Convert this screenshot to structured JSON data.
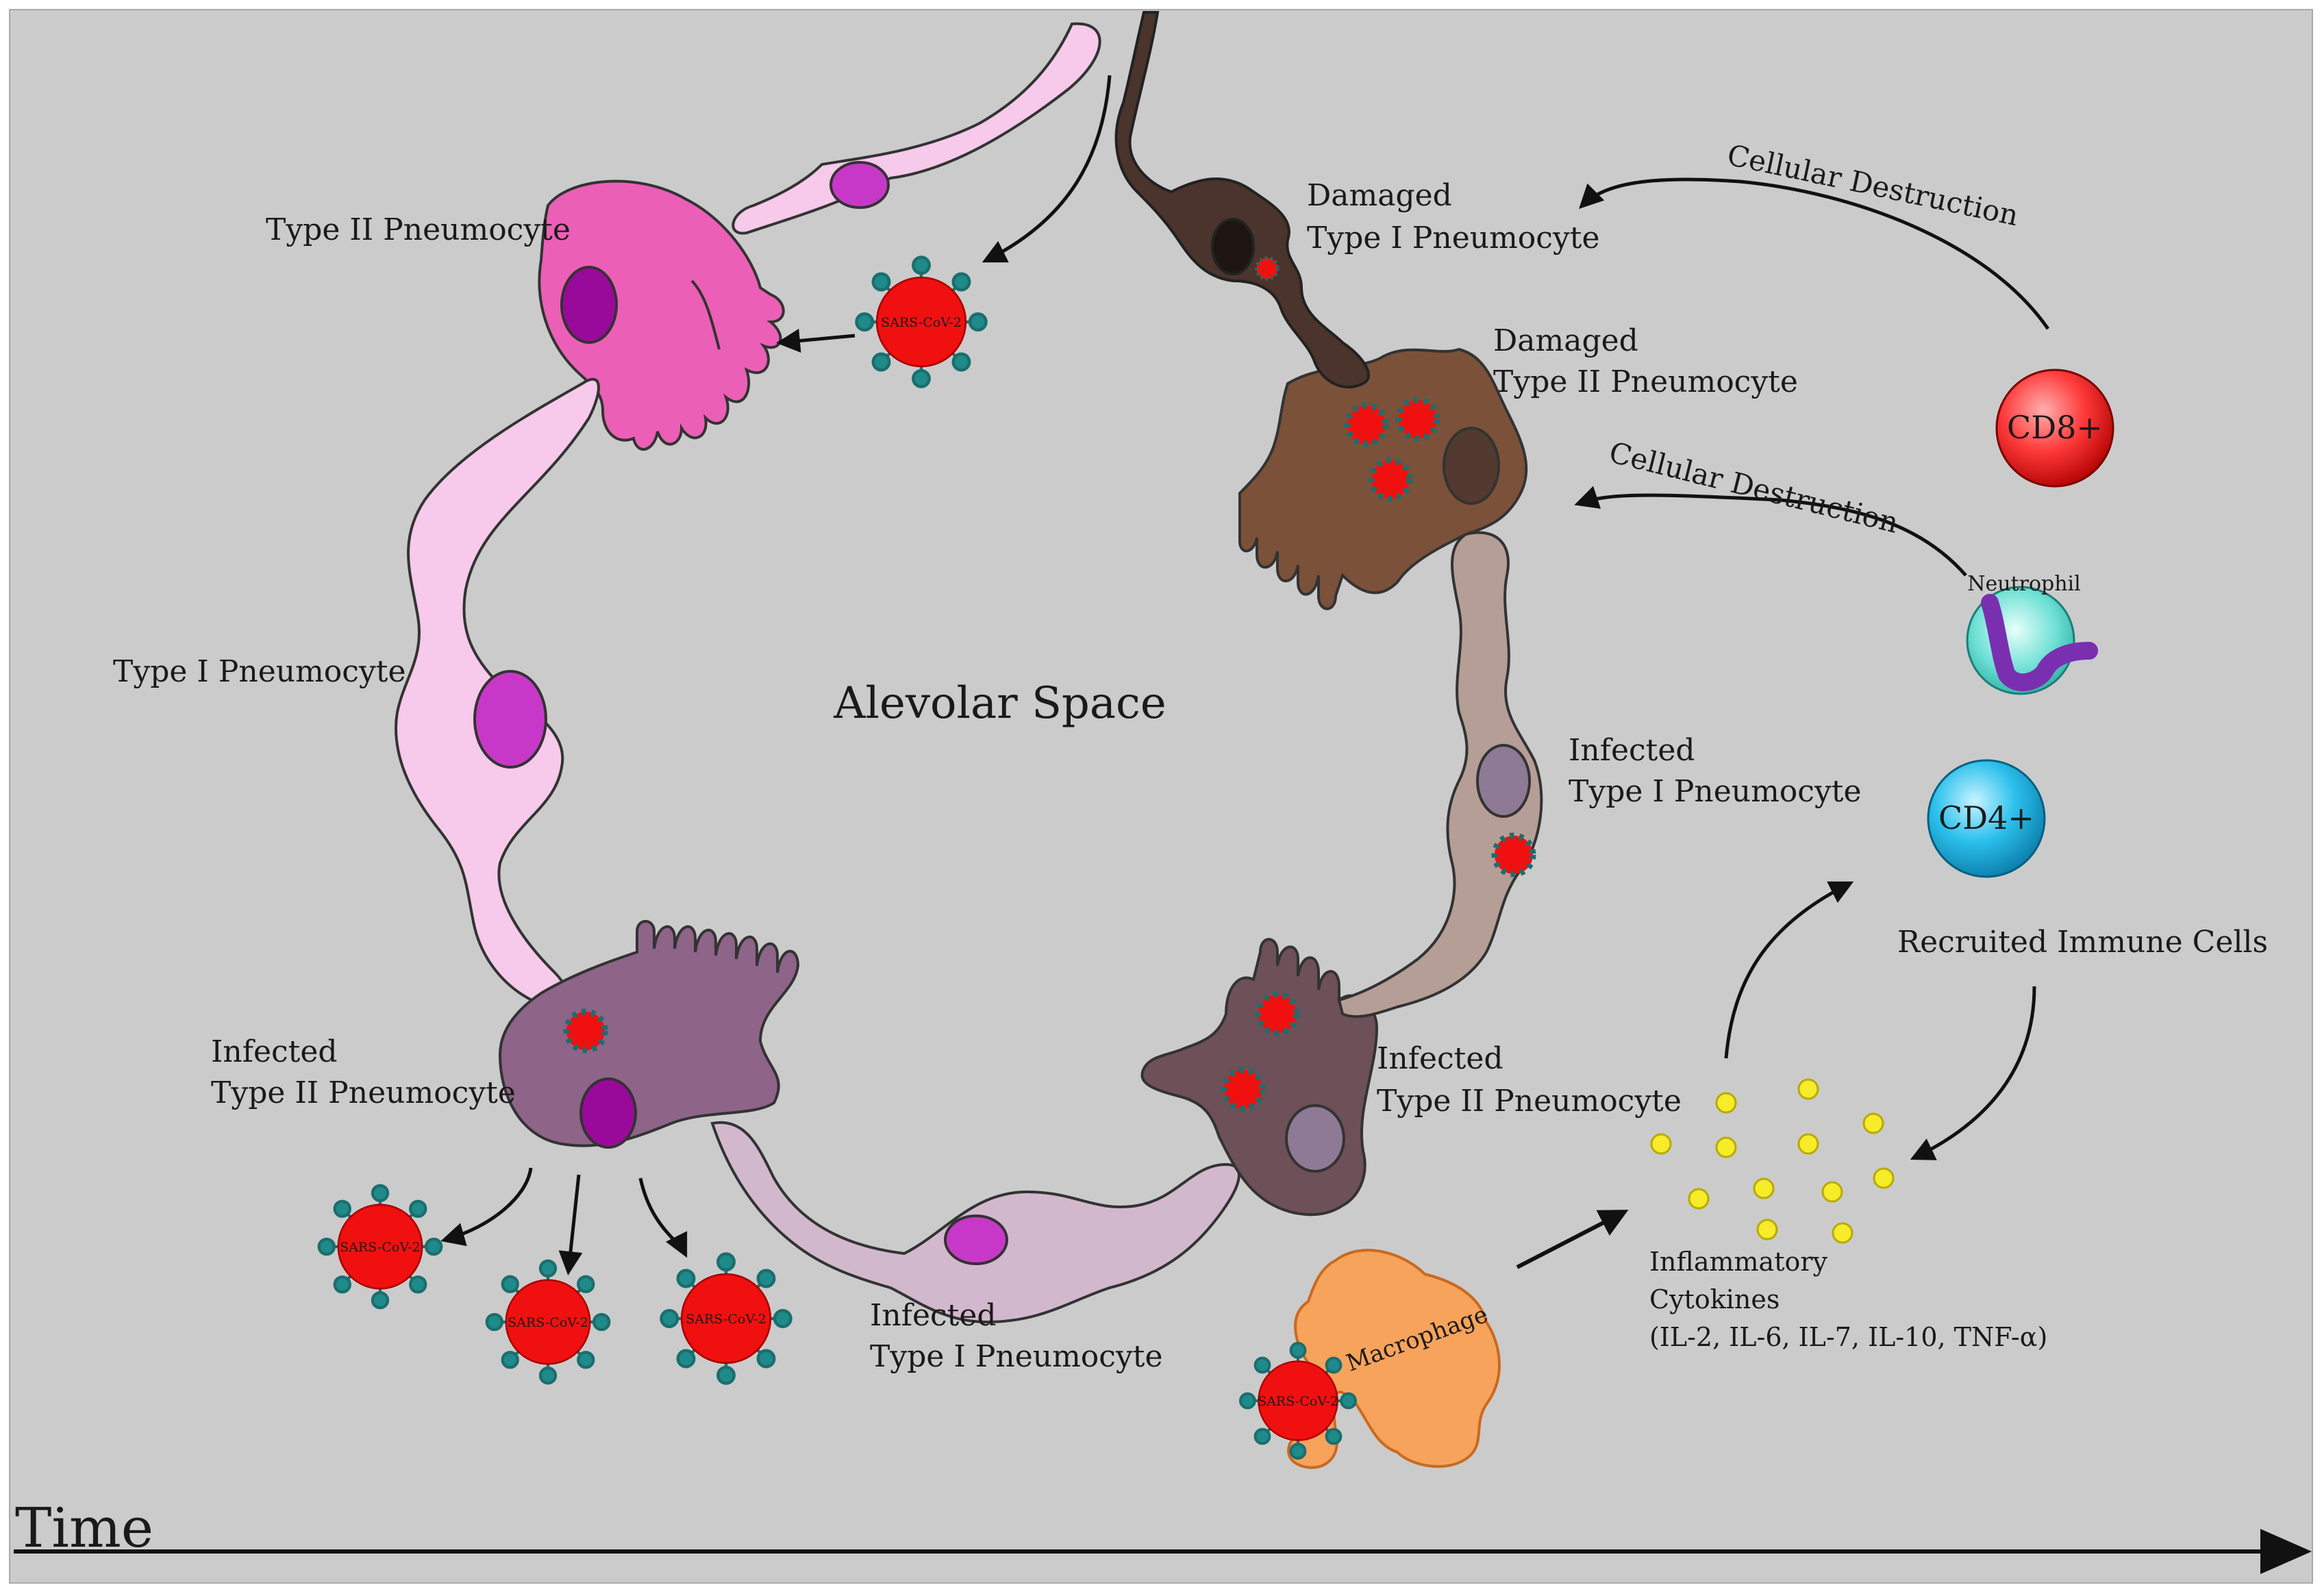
{
  "labels": {
    "alveolar_space": "Alevolar Space",
    "time": "Time",
    "type2_top": "Type II Pneumocyte",
    "type1_left": "Type I Pneumocyte",
    "infected_type2_left_1": "Infected",
    "infected_type2_left_2": "Type II Pneumocyte",
    "infected_type1_bottom_1": "Infected",
    "infected_type1_bottom_2": "Type I Pneumocyte",
    "damaged_type1_1": "Damaged",
    "damaged_type1_2": "Type I Pneumocyte",
    "damaged_type2_1": "Damaged",
    "damaged_type2_2": "Type II Pneumocyte",
    "infected_type1_right_1": "Infected",
    "infected_type1_right_2": "Type I Pneumocyte",
    "infected_type2_right_1": "Infected",
    "infected_type2_right_2": "Type II Pneumocyte",
    "cellular_destruction_1": "Cellular Destruction",
    "cellular_destruction_2": "Cellular Destruction",
    "cd8": "CD8+",
    "cd4": "CD4+",
    "neutrophil": "Neutrophil",
    "recruited": "Recruited Immune Cells",
    "cytokines_1": "Inflammatory",
    "cytokines_2": "Cytokines",
    "cytokines_3": "(IL-2, IL-6, IL-7, IL-10, TNF-α)",
    "macrophage": "Macrophage",
    "virus": "SARS-CoV-2"
  }
}
